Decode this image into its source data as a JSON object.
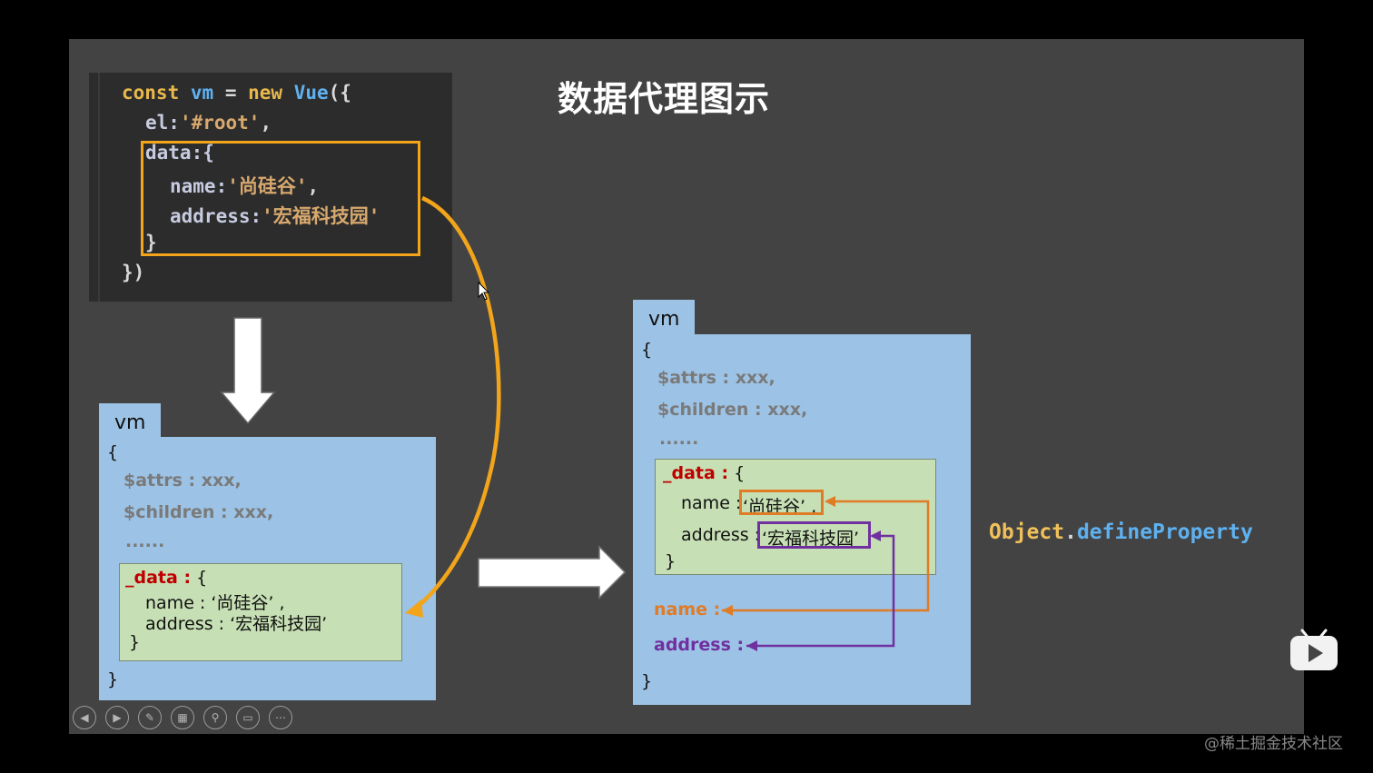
{
  "title": "数据代理图示",
  "code": {
    "line1": {
      "const": "const",
      "vm": "vm",
      "eq": " = ",
      "new": "new",
      "Vue": "Vue",
      "open": "({"
    },
    "line2": {
      "key": "el:",
      "val": "'#root'",
      "comma": ","
    },
    "line3": "data:{",
    "line4": {
      "key": "name:",
      "val": "'尚硅谷'",
      "comma": ","
    },
    "line5": {
      "key": "address:",
      "val": "'宏福科技园'"
    },
    "line6": "}",
    "line7": "})"
  },
  "left_vm": {
    "tab": "vm",
    "open_brace": "{",
    "attrs": "$attrs : xxx,",
    "children": "$children : xxx,",
    "ellipsis": "......",
    "data_key": "_data :",
    "data_open": " {",
    "name_line": "name : ‘尚硅谷’ ,",
    "address_line": "address : ‘宏福科技园’",
    "data_close": "}",
    "close_brace": "}"
  },
  "right_vm": {
    "tab": "vm",
    "open_brace": "{",
    "attrs": "$attrs : xxx,",
    "children": "$children : xxx,",
    "ellipsis": "......",
    "data_key": "_data :",
    "data_open": " {",
    "name_label": "name :",
    "name_value": "‘尚硅谷’ ,",
    "address_label": "address :",
    "address_value": "‘宏福科技园’",
    "data_close": "}",
    "proxy_name": "name :",
    "proxy_address": "address :",
    "close_brace": "}"
  },
  "define_property": {
    "obj": "Object",
    "dot": ".",
    "method": "defineProperty"
  },
  "watermark": "@稀土掘金技术社区",
  "colors": {
    "highlight": "#f2a51b",
    "orange": "#e07b26",
    "purple": "#7030a0",
    "vm_bg": "#9cc2e5",
    "data_bg": "#c6dfb4"
  },
  "icons": [
    "prev-icon",
    "next-icon",
    "pen-icon",
    "slides-icon",
    "zoom-icon",
    "subtitle-icon",
    "more-icon",
    "bilibili-play-icon"
  ]
}
